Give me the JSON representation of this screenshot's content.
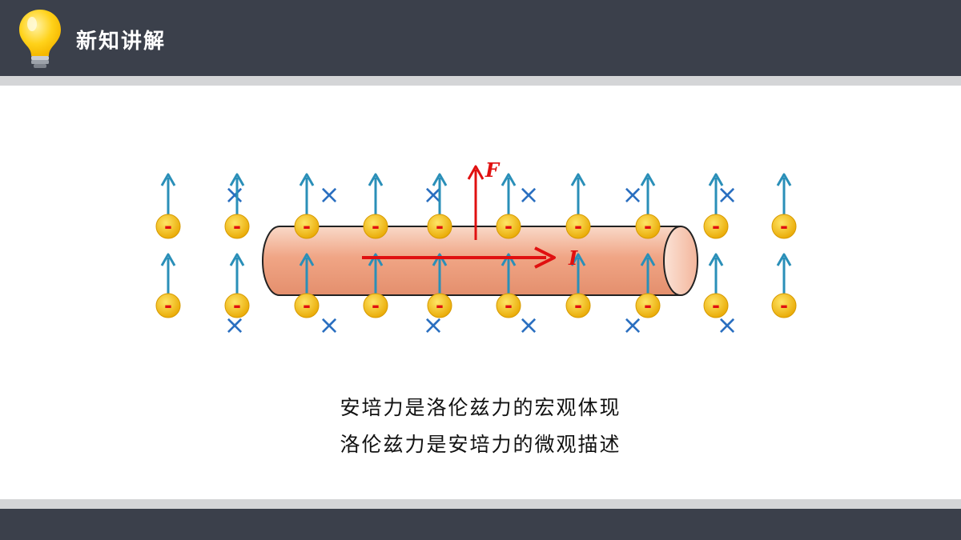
{
  "header": {
    "title": "新知讲解"
  },
  "diagram": {
    "force_label": "F",
    "current_label": "I",
    "charge_sign": "-",
    "cross_symbol": "×",
    "colors": {
      "charge": "#f2b705",
      "charge_sign": "#e01010",
      "velocity_arrow": "#2a8fb8",
      "field_cross": "#2a6fc0",
      "conductor": "#f0a585",
      "force_arrow": "#e01010"
    }
  },
  "captions": {
    "line1": "安培力是洛伦兹力的宏观体现",
    "line2": "洛伦兹力是安培力的微观描述"
  }
}
